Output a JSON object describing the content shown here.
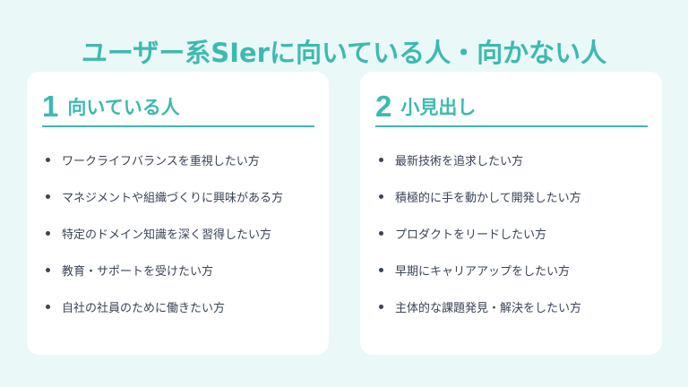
{
  "page": {
    "title": "ユーザー系SIerに向いている人・向かない人",
    "colors": {
      "accent": "#3dbab0",
      "background": "#eaf8f8",
      "card": "#ffffff",
      "text": "#3a4456"
    }
  },
  "cards": [
    {
      "number": "1",
      "heading": "向いている人",
      "items": [
        "ワークライフバランスを重視したい方",
        "マネジメントや組織づくりに興味がある方",
        "特定のドメイン知識を深く習得したい方",
        "教育・サポートを受けたい方",
        "自社の社員のために働きたい方"
      ]
    },
    {
      "number": "2",
      "heading": "小見出し",
      "items": [
        "最新技術を追求したい方",
        "積極的に手を動かして開発したい方",
        "プロダクトをリードしたい方",
        "早期にキャリアアップをしたい方",
        "主体的な課題発見・解決をしたい方"
      ]
    }
  ]
}
